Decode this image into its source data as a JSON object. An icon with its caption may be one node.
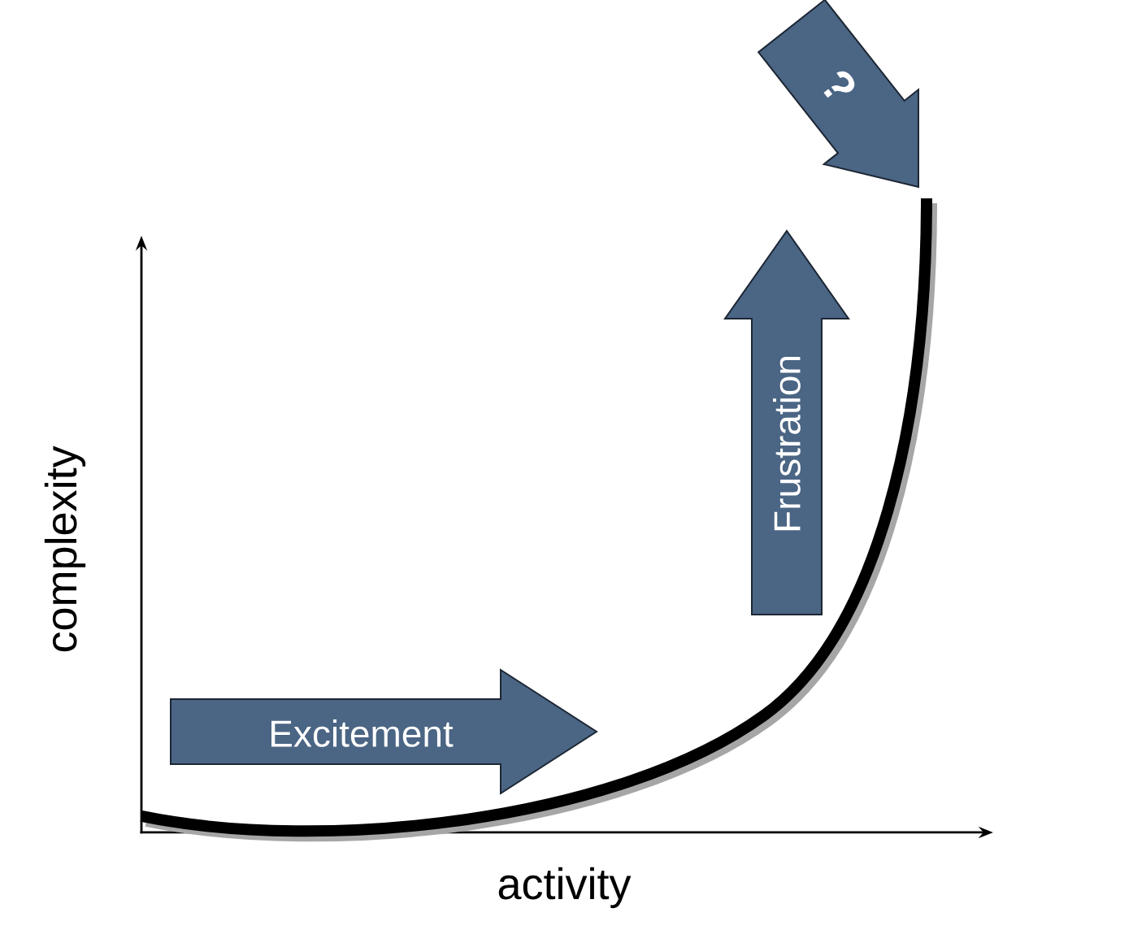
{
  "diagram": {
    "nodes": [
      {
        "text": [
          "Excitement"
        ]
      },
      {
        "text": [
          "Frustration"
        ]
      },
      {
        "text": [
          "?"
        ]
      }
    ],
    "labels": [
      "complexity",
      "activity"
    ]
  }
}
